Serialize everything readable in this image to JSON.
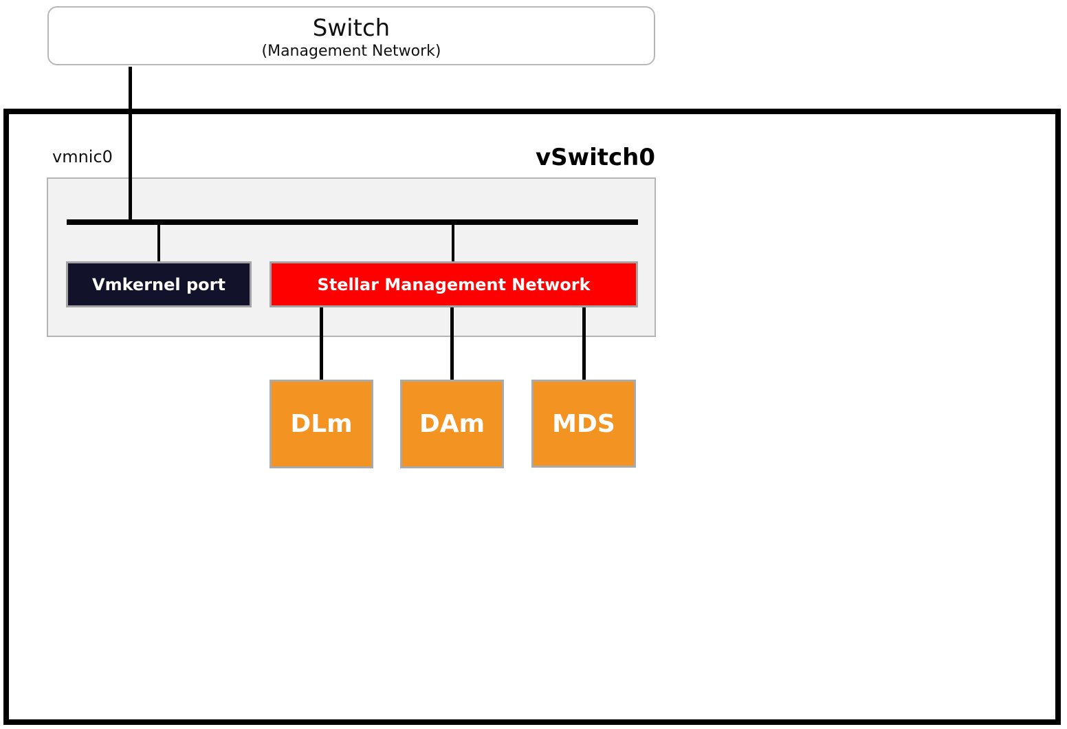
{
  "switch": {
    "title": "Switch",
    "subtitle": "(Management Network)"
  },
  "host": {
    "uplink_label": "vmnic0",
    "vswitch_label": "vSwitch0"
  },
  "port_groups": {
    "vmkernel": {
      "label": "Vmkernel port",
      "color": "#12132a"
    },
    "stellar": {
      "label": "Stellar Management Network",
      "color": "#ff0000"
    }
  },
  "vms": [
    {
      "label": "DLm",
      "color": "#f39322"
    },
    {
      "label": "DAm",
      "color": "#f39322"
    },
    {
      "label": "MDS",
      "color": "#f39322"
    }
  ]
}
